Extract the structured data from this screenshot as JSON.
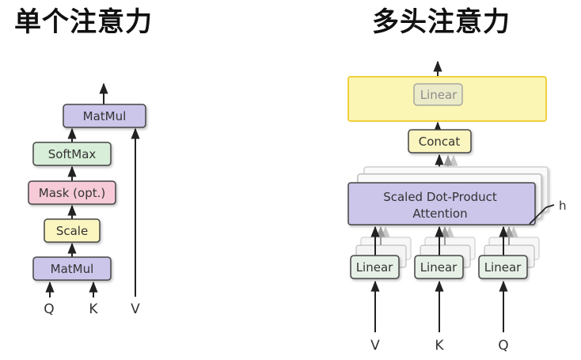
{
  "left": {
    "title": "单个注意力",
    "blocks": {
      "matmul_top": "MatMul",
      "softmax": "SoftMax",
      "mask": "Mask (opt.)",
      "scale": "Scale",
      "matmul_bottom": "MatMul"
    },
    "inputs": {
      "q": "Q",
      "k": "K",
      "v": "V"
    }
  },
  "right": {
    "title": "多头注意力",
    "blocks": {
      "linear_top": "Linear",
      "concat": "Concat",
      "attention_line1": "Scaled Dot-Product",
      "attention_line2": "Attention",
      "linear_v": "Linear",
      "linear_k": "Linear",
      "linear_q": "Linear"
    },
    "heads_label": "h",
    "inputs": {
      "v": "V",
      "k": "K",
      "q": "Q"
    }
  },
  "colors": {
    "purple": "#cbc6ea",
    "green": "#d8eed8",
    "pink": "#f6cbd7",
    "yellow": "#fbf5c0",
    "linear_green": "#e6f0e6",
    "yellow_panel": "#fbf6b4",
    "yellow_panel_border": "#f0cf3c"
  }
}
